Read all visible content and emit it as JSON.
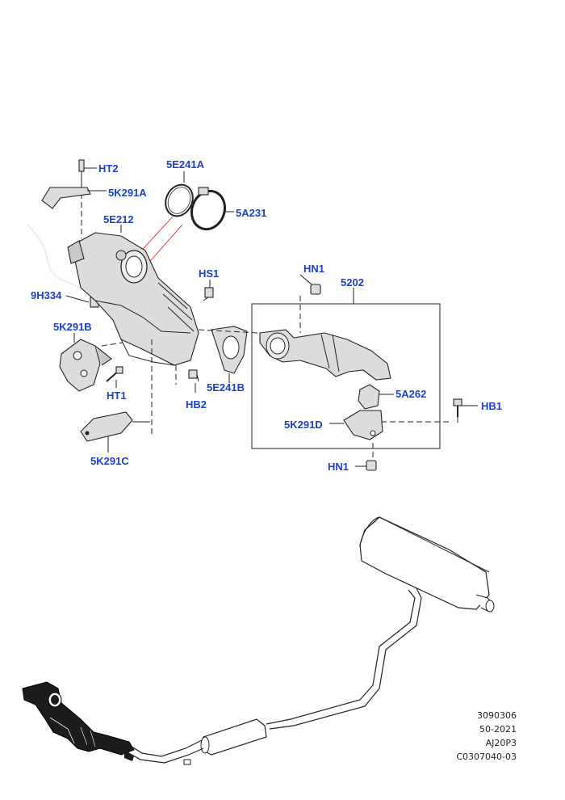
{
  "callouts": {
    "ht2": "HT2",
    "k291a": "5K291A",
    "e241a": "5E241A",
    "a231": "5A231",
    "e212": "5E212",
    "h334": "9H334",
    "hs1": "HS1",
    "hn1_top": "HN1",
    "part5202": "5202",
    "k291b": "5K291B",
    "ht1": "HT1",
    "hb2": "HB2",
    "e241b": "5E241B",
    "a262": "5A262",
    "hb1": "HB1",
    "k291d": "5K291D",
    "k291c": "5K291C",
    "hn1_bottom": "HN1"
  },
  "reference": {
    "line1": "3090306",
    "line2": "50-2021",
    "line3": "AJ20P3",
    "line4": "C0307040-03"
  },
  "colors": {
    "callout": "#1a3fd1",
    "leader_highlight": "#dd1111"
  }
}
